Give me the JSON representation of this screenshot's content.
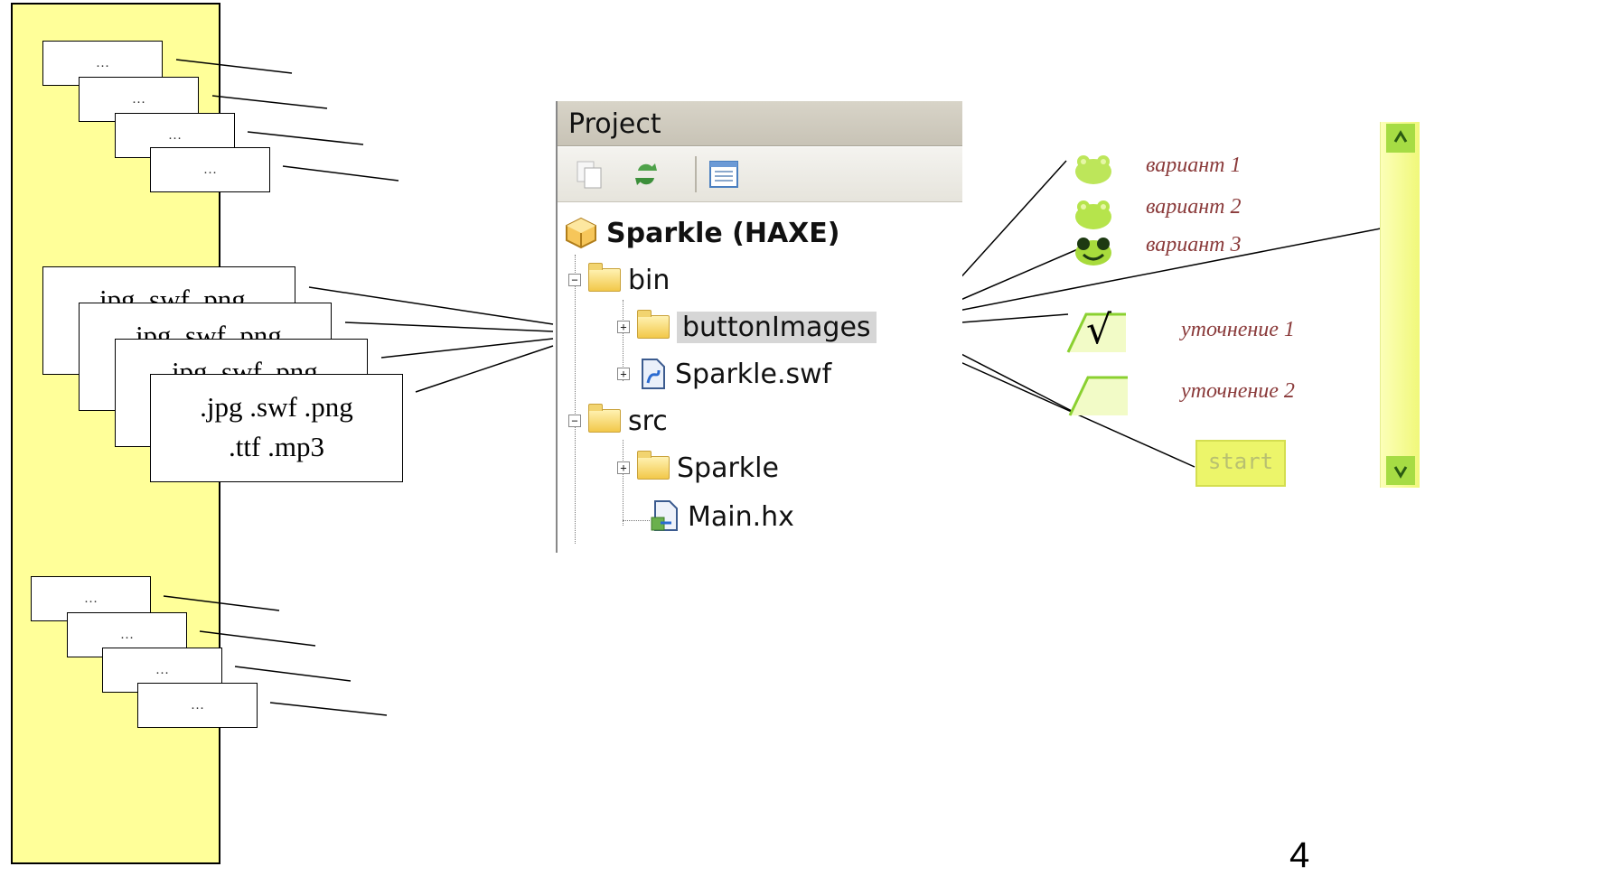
{
  "left_panel": {
    "small_card_text": "…",
    "asset_card_lines": [
      ".jpg .swf .png",
      ".ttf .mp3"
    ]
  },
  "project_panel": {
    "title": "Project",
    "toolbar_icons": [
      "copy-icon",
      "refresh-icon",
      "list-view-icon"
    ],
    "tree": [
      {
        "label": "Sparkle (HAXE)",
        "icon": "package-icon"
      },
      {
        "label": "bin",
        "icon": "folder-icon",
        "expander": "−"
      },
      {
        "label": "buttonImages",
        "icon": "folder-icon",
        "expander": "+",
        "selected": true
      },
      {
        "label": "Sparkle.swf",
        "icon": "swf-file-icon",
        "expander": "+"
      },
      {
        "label": "src",
        "icon": "folder-icon",
        "expander": "−"
      },
      {
        "label": "Sparkle",
        "icon": "folder-icon",
        "expander": "+"
      },
      {
        "label": "Main.hx",
        "icon": "haxe-file-icon"
      }
    ]
  },
  "button_images": {
    "variants": [
      "вариант 1",
      "вариант 2",
      "вариант 3"
    ],
    "refinements": [
      "уточнение 1",
      "уточнение 2"
    ],
    "start_label": "start",
    "check_mark": "√"
  },
  "colors": {
    "strip": "#ffff99",
    "accent_green": "#b7e24a",
    "label_color": "#8a3a3a"
  },
  "page_number": "4"
}
